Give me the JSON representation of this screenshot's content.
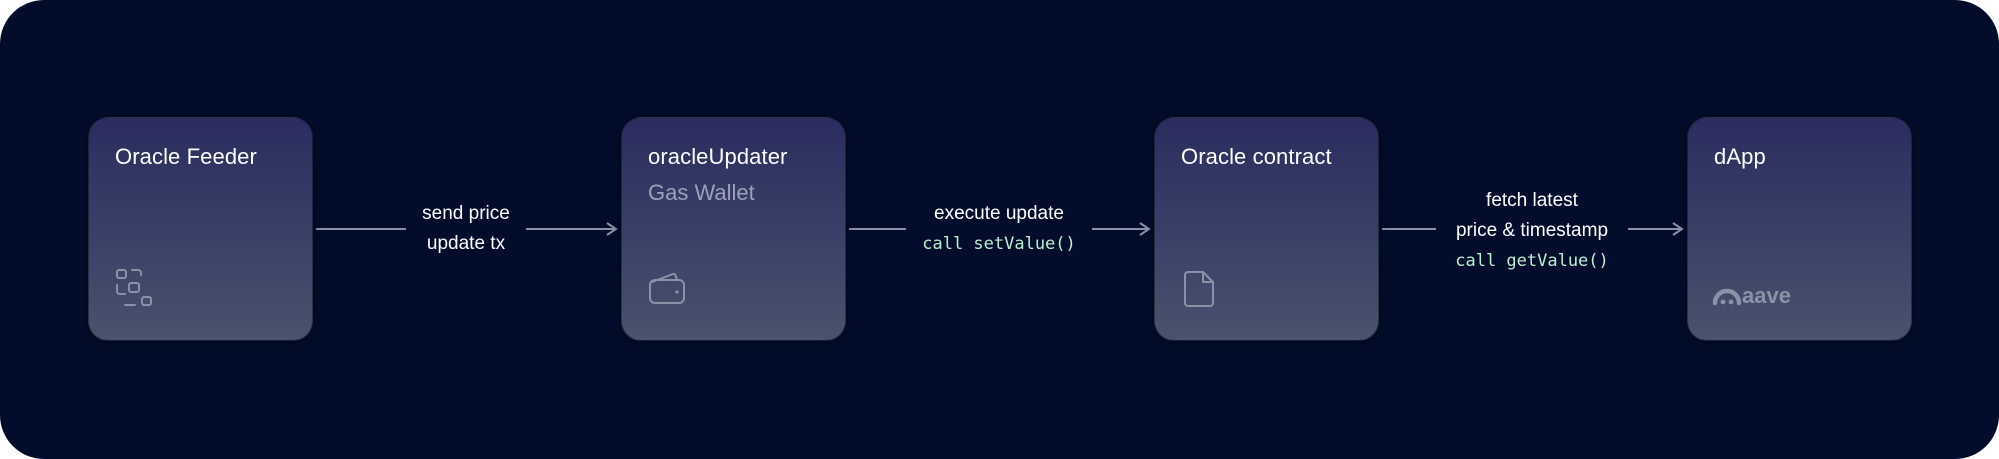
{
  "nodes": [
    {
      "title": "Oracle Feeder",
      "icon": "scan-icon"
    },
    {
      "title": "oracleUpdater",
      "subtitle": "Gas Wallet",
      "icon": "wallet-icon"
    },
    {
      "title": "Oracle contract",
      "icon": "document-icon"
    },
    {
      "title": "dApp",
      "logo_text": "aave",
      "icon": "aave-logo"
    }
  ],
  "edges": [
    {
      "lines": [
        "send price",
        "update tx"
      ]
    },
    {
      "lines": [
        "execute update"
      ],
      "code": "call setValue()"
    },
    {
      "lines": [
        "fetch latest",
        "price & timestamp"
      ],
      "code": "call getValue()"
    }
  ],
  "colors": {
    "background": "#020d2b",
    "node_gradient_top": "#2a2d5e",
    "node_gradient_bottom": "#4a526d",
    "arrow": "#8a92a8",
    "code_text": "#b8f0cf",
    "subtitle_text": "#9aa1b8"
  }
}
